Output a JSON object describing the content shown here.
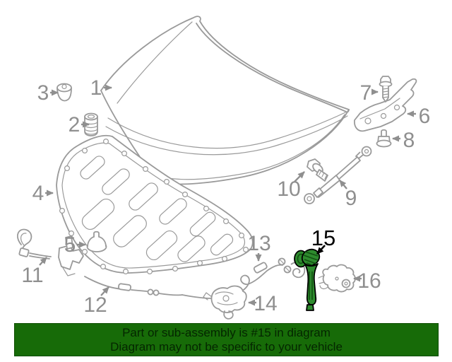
{
  "colors": {
    "banner_bg": "#176b08",
    "banner_edge": "#0d4d00",
    "banner_text": "#042600",
    "line_gray": "#9a9a9a",
    "label_gray": "#8f8f8f",
    "highlight_green": "#2e8b2e",
    "highlight_dark": "#115111"
  },
  "banner": {
    "line1": "Part or sub-assembly is #15 in diagram",
    "line2": "Diagram may not be specific to your vehicle"
  },
  "highlighted_part": "15",
  "callouts": [
    {
      "number": "1"
    },
    {
      "number": "2"
    },
    {
      "number": "3"
    },
    {
      "number": "4"
    },
    {
      "number": "5"
    },
    {
      "number": "6"
    },
    {
      "number": "7"
    },
    {
      "number": "8"
    },
    {
      "number": "9"
    },
    {
      "number": "10"
    },
    {
      "number": "11"
    },
    {
      "number": "12"
    },
    {
      "number": "13"
    },
    {
      "number": "14"
    },
    {
      "number": "15"
    },
    {
      "number": "16"
    }
  ]
}
